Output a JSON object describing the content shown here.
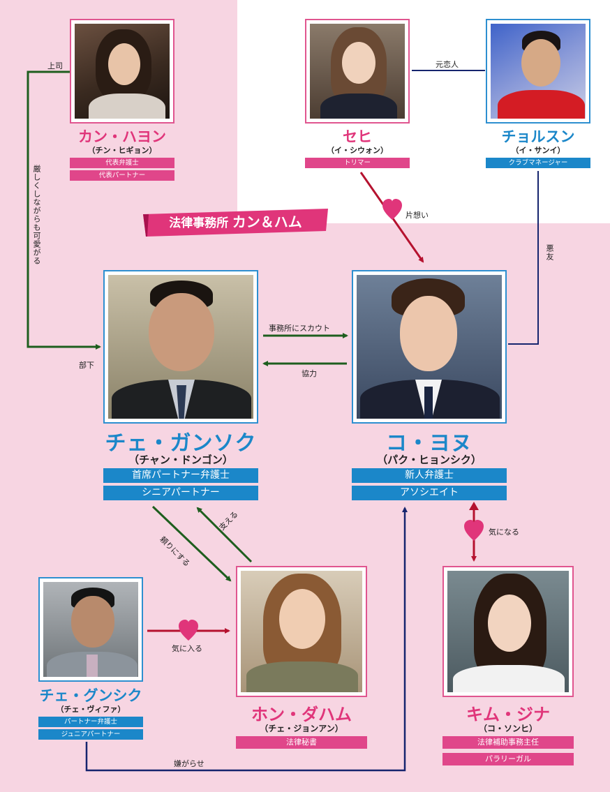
{
  "firm_banner": {
    "prefix": "法律事務所",
    "name": "カン＆ハム"
  },
  "colors": {
    "blue": "#1b87c9",
    "pink": "#e0357a",
    "green": "#1e5e1e",
    "red": "#b5122f",
    "navy": "#16256e",
    "bg": "#f7d5e2"
  },
  "characters": {
    "kang_hayon": {
      "name": "カン・ハヨン",
      "actor": "（チン・ヒギョン）",
      "roles": [
        "代表弁護士",
        "代表パートナー"
      ]
    },
    "sehi": {
      "name": "セヒ",
      "actor": "（イ・シウォン）",
      "roles": [
        "トリマー"
      ]
    },
    "cholsun": {
      "name": "チョルスン",
      "actor": "（イ・サンイ）",
      "roles": [
        "クラブマネージャー"
      ]
    },
    "che_gangsok": {
      "name": "チェ・ガンソク",
      "actor": "（チャン・ドンゴン）",
      "roles": [
        "首席パートナー弁護士",
        "シニアパートナー"
      ]
    },
    "ko_yonu": {
      "name": "コ・ヨヌ",
      "actor": "（パク・ヒョンシク）",
      "roles": [
        "新人弁護士",
        "アソシエイト"
      ]
    },
    "che_gunsik": {
      "name": "チェ・グンシク",
      "actor": "（チェ・ヴィファ）",
      "roles": [
        "パートナー弁護士",
        "ジュニアパートナー"
      ]
    },
    "hong_daham": {
      "name": "ホン・ダハム",
      "actor": "（チェ・ジョンアン）",
      "roles": [
        "法律秘書"
      ]
    },
    "kim_jina": {
      "name": "キム・ジナ",
      "actor": "（コ・ソンヒ）",
      "roles": [
        "法律補助事務主任",
        "パラリーガル"
      ]
    }
  },
  "relations": {
    "boss": "上司",
    "strict_but_cute": "厳しくしながらも可愛がる",
    "subordinate": "部下",
    "ex_lover": "元恋人",
    "one_sided_love": "片想い",
    "bad_friend": "悪友",
    "scout": "事務所にスカウト",
    "cooperate": "協力",
    "support": "支える",
    "rely_on": "頼りにする",
    "interested": "気になる",
    "likes": "気に入る",
    "harass": "嫌がらせ"
  }
}
